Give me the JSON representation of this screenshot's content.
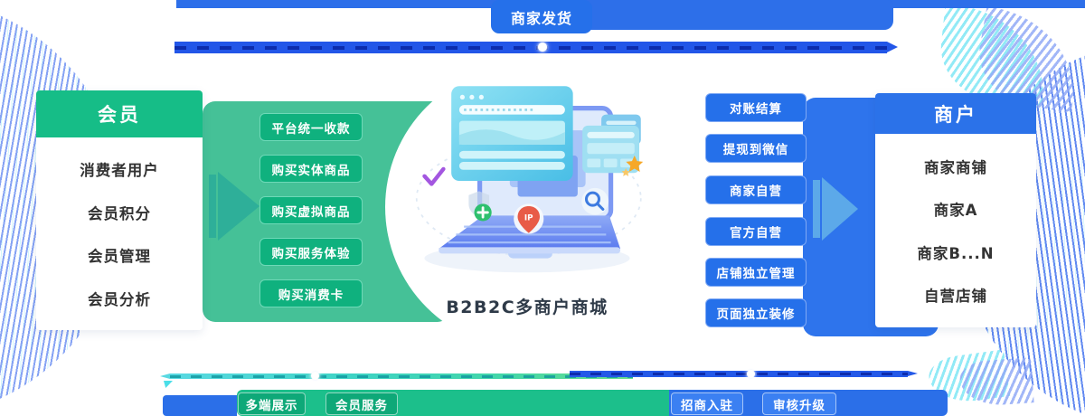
{
  "header": {
    "ship_button": "商家发货"
  },
  "member_panel": {
    "title": "会员",
    "items": [
      "消费者用户",
      "会员积分",
      "会员管理",
      "会员分析"
    ]
  },
  "member_flow_buttons": [
    "平台统一收款",
    "购买实体商品",
    "购买虚拟商品",
    "购买服务体验",
    "购买消费卡"
  ],
  "center": {
    "caption": "B2B2C多商户商城",
    "pin_label": "IP"
  },
  "merchant_flow_buttons": [
    "对账结算",
    "提现到微信",
    "商家自营",
    "官方自营",
    "店铺独立管理",
    "页面独立装修"
  ],
  "merchant_panel": {
    "title": "商户",
    "items": [
      "商家商铺",
      "商家A",
      "商家B...N",
      "自营店铺"
    ]
  },
  "bottom": {
    "member_services": [
      "多端展示",
      "会员服务"
    ],
    "merchant_services": [
      "招商入驻",
      "审核升级"
    ]
  },
  "colors": {
    "primary_blue": "#2B6FE8",
    "primary_green": "#16BD87",
    "panel_green": "#45C197",
    "button_green": "#0FB17E",
    "bottom_green_bar": "#1CBF8B",
    "teal_line": "#3ED3C4",
    "arrow_teal": "#2EAF99",
    "arrow_blue": "#5CA9E9",
    "pin_red": "#E85B47",
    "star_orange": "#F6A829",
    "check_purple": "#A356E0",
    "deco_periwinkle": "#8CA6F2",
    "deco_cyan": "#7FE6F4"
  }
}
